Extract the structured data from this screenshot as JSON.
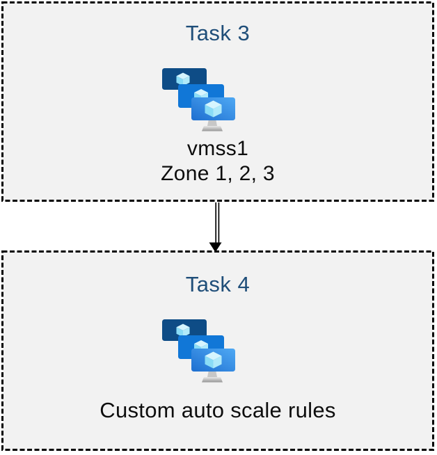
{
  "diagram": {
    "type": "flow-diagram",
    "background_color": "#ffffff",
    "box_fill_color": "#f2f2f2",
    "box_border_color": "#000000",
    "box_border_style": "dashed",
    "title_color": "#1f4e79",
    "text_color": "#0d0d0d",
    "boxes": [
      {
        "title": "Task 3",
        "icon": "vm-scale-sets-icon",
        "lines": [
          "vmss1",
          "Zone 1, 2, 3"
        ]
      },
      {
        "title": "Task 4",
        "icon": "vm-scale-sets-icon",
        "lines": [
          "Custom auto scale rules"
        ]
      }
    ],
    "connector": {
      "type": "double-line-arrow",
      "direction": "down",
      "from": "Task 3",
      "to": "Task 4",
      "color": "#000000"
    },
    "icon_colors": {
      "screen_back": "#0e4c86",
      "screen_middle": "#1177d7",
      "screen_front_gradient": [
        "#4fa9f4",
        "#1e6fd0"
      ],
      "cube_top": "#d6f5fe",
      "cube_left": "#8adcf6",
      "cube_right": "#b0eafa",
      "stand_gray": "#c7c7c7"
    }
  }
}
